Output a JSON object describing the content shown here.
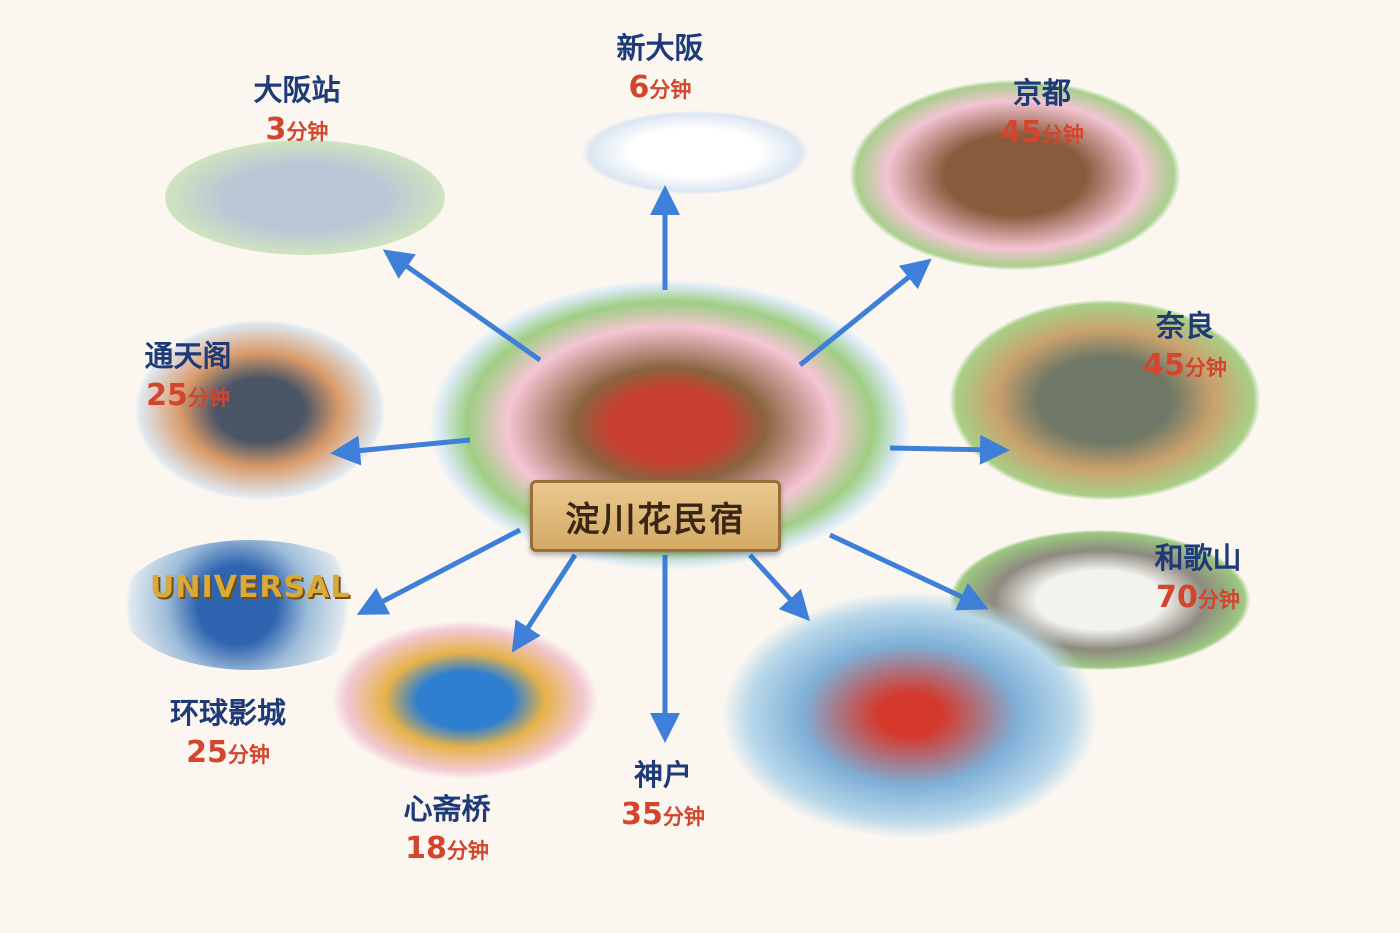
{
  "center": {
    "name": "淀川花民宿"
  },
  "destinations": [
    {
      "name": "大阪站",
      "time": "3",
      "unit": "分钟"
    },
    {
      "name": "新大阪",
      "time": "6",
      "unit": "分钟"
    },
    {
      "name": "京都",
      "time": "45",
      "unit": "分钟"
    },
    {
      "name": "通天阁",
      "time": "25",
      "unit": "分钟"
    },
    {
      "name": "奈良",
      "time": "45",
      "unit": "分钟"
    },
    {
      "name": "和歌山",
      "time": "70",
      "unit": "分钟"
    },
    {
      "name": "环球影城",
      "time": "25",
      "unit": "分钟"
    },
    {
      "name": "心斋桥",
      "time": "18",
      "unit": "分钟"
    },
    {
      "name": "神户",
      "time": "35",
      "unit": "分钟"
    }
  ],
  "usj_logo": "UNIVERSAL",
  "colors": {
    "title": "#1f3a78",
    "time": "#d4452e",
    "arrow": "#3d7fd9"
  }
}
